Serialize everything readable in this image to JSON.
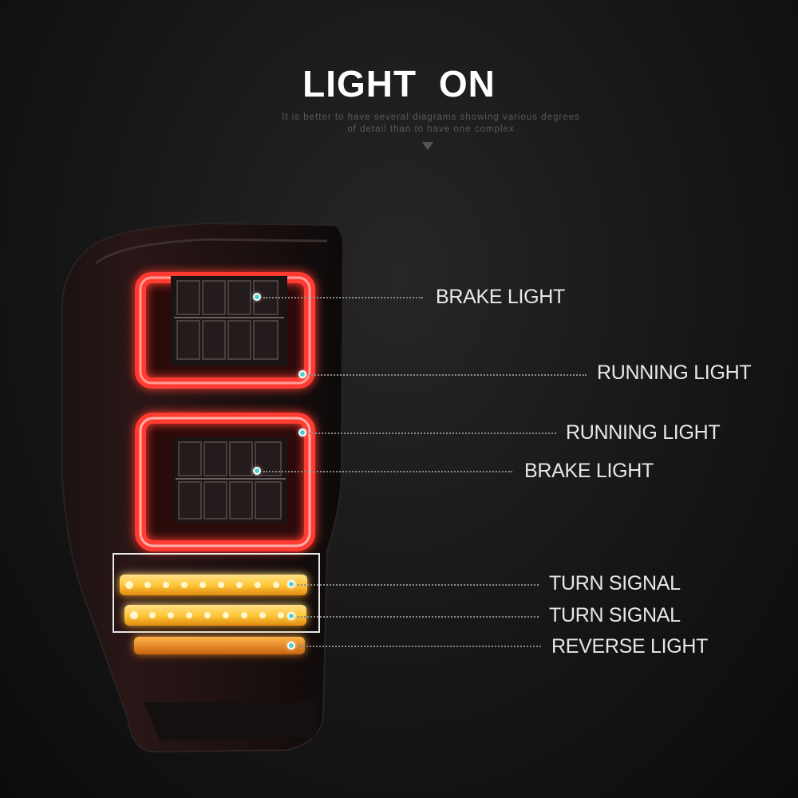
{
  "header": {
    "title": "LIGHT  ON",
    "subtitle_line1": "It is better to have several diagrams showing various degrees",
    "subtitle_line2": "of detail than to have one complex"
  },
  "callouts": [
    {
      "label": "BRAKE LIGHT"
    },
    {
      "label": "RUNNING LIGHT"
    },
    {
      "label": "RUNNING LIGHT"
    },
    {
      "label": "BRAKE LIGHT"
    },
    {
      "label": "TURN SIGNAL"
    },
    {
      "label": "TURN SIGNAL"
    },
    {
      "label": "REVERSE LIGHT"
    }
  ],
  "colors": {
    "background": "#161616",
    "running_light_red": "#ff3b30",
    "turn_signal_amber": "#ffb020",
    "marker_dot": "#4fd0d0",
    "label_text": "#e8e8e8"
  }
}
